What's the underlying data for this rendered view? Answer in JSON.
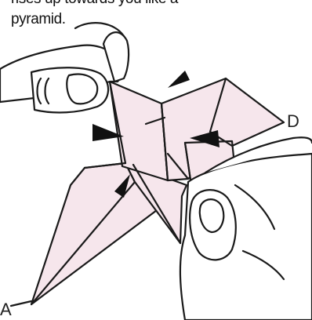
{
  "caption": {
    "line1": "rises up towards you like a",
    "line2": "pyramid."
  },
  "labels": {
    "corner_a": "A",
    "corner_d": "D"
  },
  "colors": {
    "paper": "#f6e6ec",
    "ink": "#1a1a1a",
    "skin": "#ffffff"
  }
}
